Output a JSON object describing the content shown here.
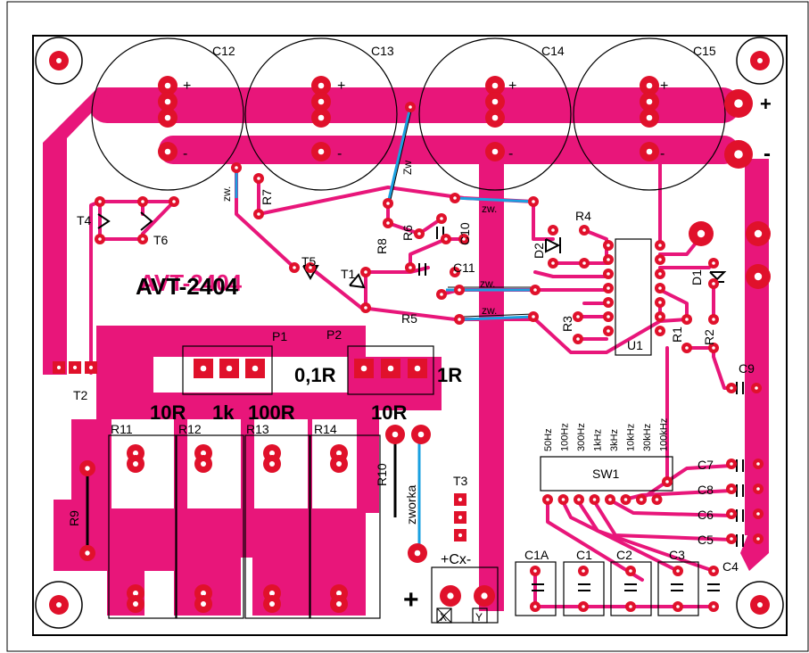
{
  "board_title": "AVT-2404",
  "colors": {
    "trace": "#e8167a",
    "pad": "#e0112b",
    "hole": "#ffffff",
    "jumper": "#1aa0e0",
    "silk": "#000000",
    "frame": "#000000"
  },
  "labels": {
    "c12": "C12",
    "c13": "C13",
    "c14": "C14",
    "c15": "C15",
    "plus": "+",
    "minus": "-",
    "t1": "T1",
    "t2": "T2",
    "t3": "T3",
    "t4": "T4",
    "t5": "T5",
    "t6": "T6",
    "r1": "R1",
    "r2": "R2",
    "r3": "R3",
    "r4": "R4",
    "r5": "R5",
    "r6": "R6",
    "r7": "R7",
    "r8": "R8",
    "r9": "R9",
    "r10": "R10",
    "r11": "R11",
    "r12": "R12",
    "r13": "R13",
    "r14": "R14",
    "c1": "C1",
    "c1a": "C1A",
    "c2": "C2",
    "c3": "C3",
    "c4": "C4",
    "c5": "C5",
    "c6": "C6",
    "c7": "C7",
    "c8": "C8",
    "c9": "C9",
    "c10": "C10",
    "c11": "C11",
    "d1": "D1",
    "d2": "D2",
    "u1": "U1",
    "p1": "P1",
    "p2": "P2",
    "zw": "zw.",
    "zw_short": "Zw",
    "zworka": "zworka",
    "sw1": "SW1",
    "cx": "+Cx-",
    "big_plus": "+",
    "x": "X",
    "y": "Y",
    "r_10r_left": "10R",
    "r_1k": "1k",
    "r_100r": "100R",
    "r_01r": "0,1R",
    "r_1r": "1R",
    "r_10r_right": "10R"
  },
  "switch_positions": [
    "50Hz",
    "100Hz",
    "300Hz",
    "1kHz",
    "3kHz",
    "10kHz",
    "30kHz",
    "100kHz"
  ]
}
